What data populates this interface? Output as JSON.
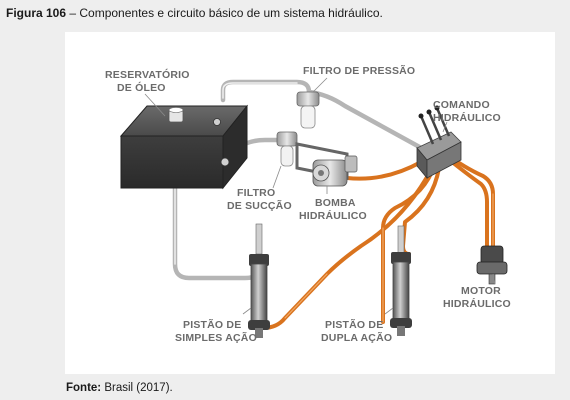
{
  "caption": {
    "prefix": "Figura 106",
    "text": " – Componentes e circuito básico de um sistema hidráulico."
  },
  "labels": {
    "reservatorio_1": "RESERVATÓRIO",
    "reservatorio_2": "DE ÓLEO",
    "filtro_pressao": "FILTRO DE PRESSÃO",
    "comando_1": "COMANDO",
    "comando_2": "HIDRÁULICO",
    "filtro_succao_1": "FILTRO",
    "filtro_succao_2": "DE SUCÇÃO",
    "bomba_1": "BOMBA",
    "bomba_2": "HIDRÁULICO",
    "motor_1": "MOTOR",
    "motor_2": "HIDRÁULICO",
    "pistao_simples_1": "PISTÃO DE",
    "pistao_simples_2": "SIMPLES AÇÃO",
    "pistao_dupla_1": "PISTÃO DE",
    "pistao_dupla_2": "DUPLA AÇÃO"
  },
  "source": {
    "prefix": "Fonte:",
    "text": " Brasil (2017)."
  },
  "colors": {
    "orange_pipe": "#d9731e",
    "grey_pipe": "#b8b8b8",
    "tank": "#3b3b3b",
    "label": "#6b6b6b"
  }
}
